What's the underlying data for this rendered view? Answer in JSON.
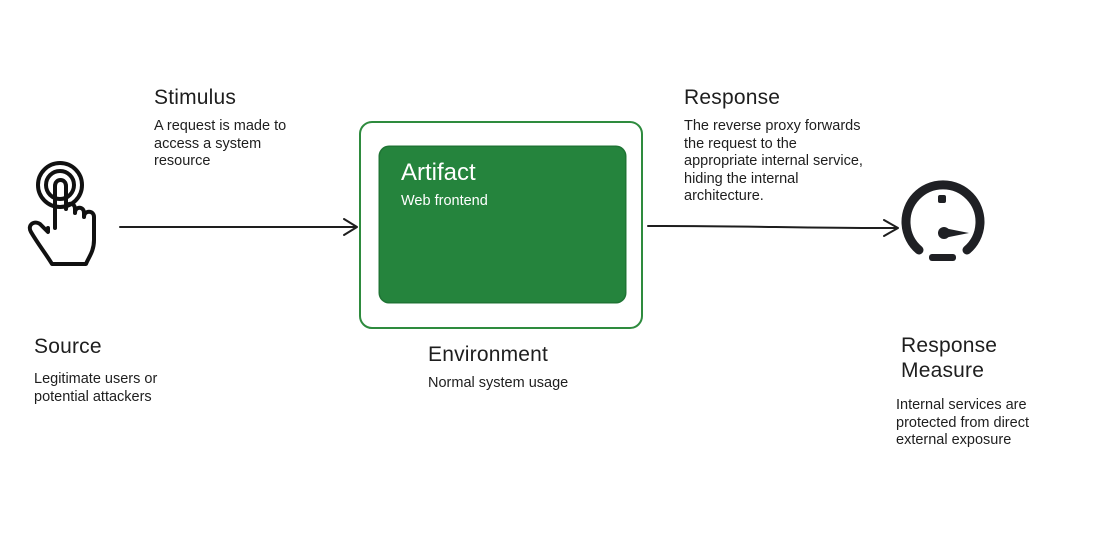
{
  "stimulus": {
    "title": "Stimulus",
    "description": " A request is made to\naccess a system\nresource"
  },
  "source": {
    "title": "Source",
    "description": "Legitimate users or\npotential attackers",
    "icon": "touch-hand-icon"
  },
  "artifact": {
    "title": "Artifact",
    "subtitle": "Web frontend",
    "color": "#25843d",
    "border_color": "#2e8b3e"
  },
  "environment": {
    "title": "Environment",
    "description": "Normal system usage"
  },
  "response": {
    "title": "Response",
    "description": "The reverse proxy forwards\nthe request to the\nappropriate internal service,\nhiding the internal\narchitecture."
  },
  "response_measure": {
    "title": "Response\nMeasure",
    "description": "Internal services are\nprotected from direct\nexternal exposure",
    "icon": "speedometer-icon"
  }
}
